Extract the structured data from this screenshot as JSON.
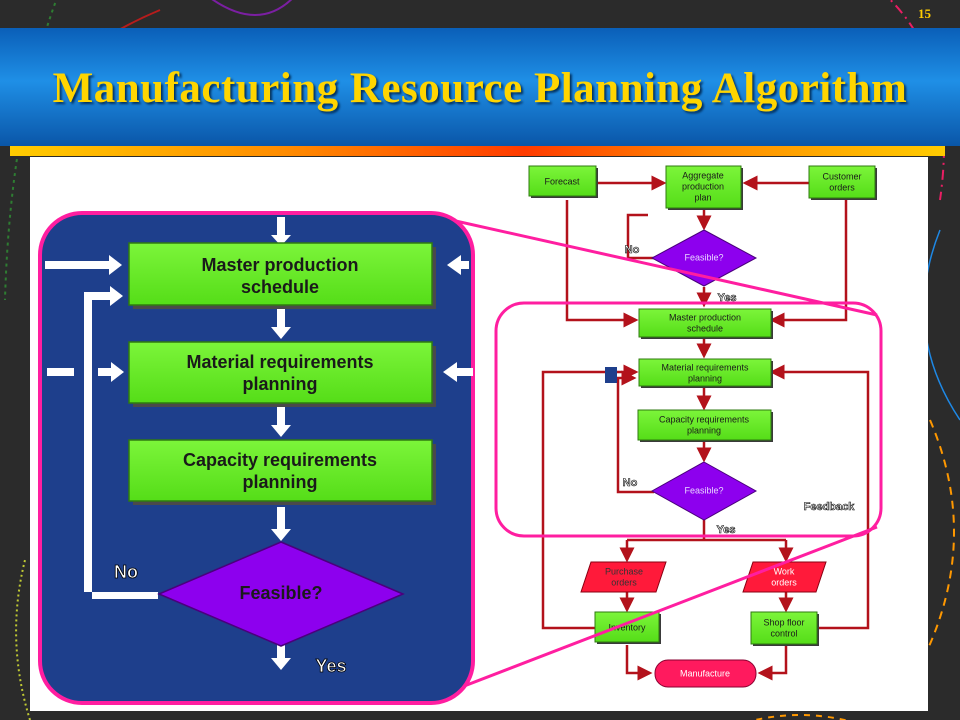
{
  "slide_number": "15",
  "title": "Manufacturing Resource Planning Algorithm",
  "zoom": {
    "master_production_schedule": [
      "Master production",
      "schedule"
    ],
    "material_requirements_planning": [
      "Material requirements",
      "planning"
    ],
    "capacity_requirements_planning": [
      "Capacity requirements",
      "planning"
    ],
    "feasible": "Feasible?",
    "no": "No",
    "yes": "Yes"
  },
  "overview": {
    "forecast": "Forecast",
    "aggregate_production_plan": [
      "Aggregate",
      "production",
      "plan"
    ],
    "customer_orders": [
      "Customer",
      "orders"
    ],
    "feasible_top": "Feasible?",
    "no_top": "No",
    "yes_top": "Yes",
    "master_production_schedule": [
      "Master production",
      "schedule"
    ],
    "material_requirements_planning": [
      "Material requirements",
      "planning"
    ],
    "capacity_requirements_planning": [
      "Capacity requirements",
      "planning"
    ],
    "feasible_bottom": "Feasible?",
    "no_bottom": "No",
    "yes_bottom": "Yes",
    "feedback": "Feedback",
    "purchase_orders": [
      "Purchase",
      "orders"
    ],
    "work_orders": [
      "Work",
      "orders"
    ],
    "inventory": "Inventory",
    "shop_floor_control": [
      "Shop floor",
      "control"
    ],
    "manufacture": "Manufacture"
  },
  "colors": {
    "box_green": "#66ee22",
    "diamond_purple": "#8d00ee",
    "zoom_panel": "#1e3f8c",
    "highlight_magenta": "#ff1ea0",
    "arrow_red": "#b3121b",
    "title_yellow": "#ffd500"
  }
}
